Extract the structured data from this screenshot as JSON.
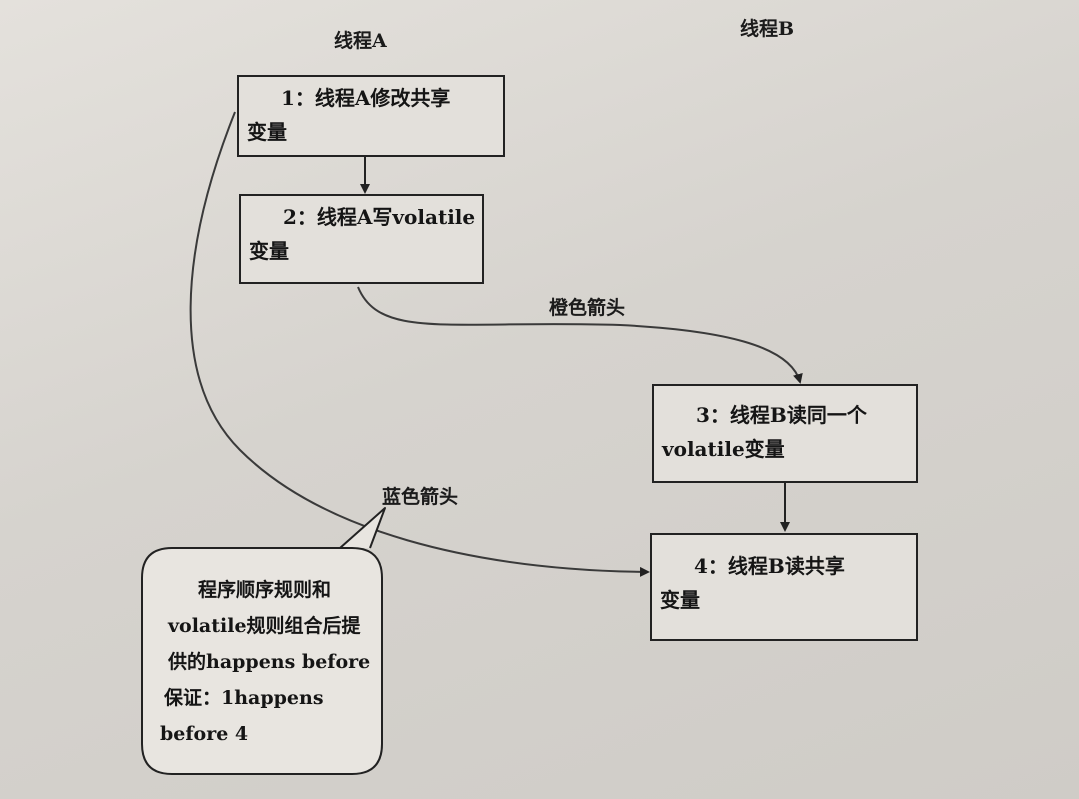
{
  "diagram": {
    "thread_a_label": "线程A",
    "thread_b_label": "线程B",
    "step1": {
      "line1": "1：线程A修改共享",
      "line2": "变量"
    },
    "step2": {
      "line1": "2：线程A写volatile",
      "line2": "变量"
    },
    "step3": {
      "line1": "3：线程B读同一个",
      "line2": "volatile变量"
    },
    "step4": {
      "line1": "4：线程B读共享",
      "line2": "变量"
    },
    "orange_arrow_label": "橙色箭头",
    "blue_arrow_label": "蓝色箭头",
    "callout": {
      "line1": "程序顺序规则和",
      "line2": "volatile规则组合后提",
      "line3": "供的happens before",
      "line4": "保证：1happens",
      "line5": "before 4"
    }
  }
}
